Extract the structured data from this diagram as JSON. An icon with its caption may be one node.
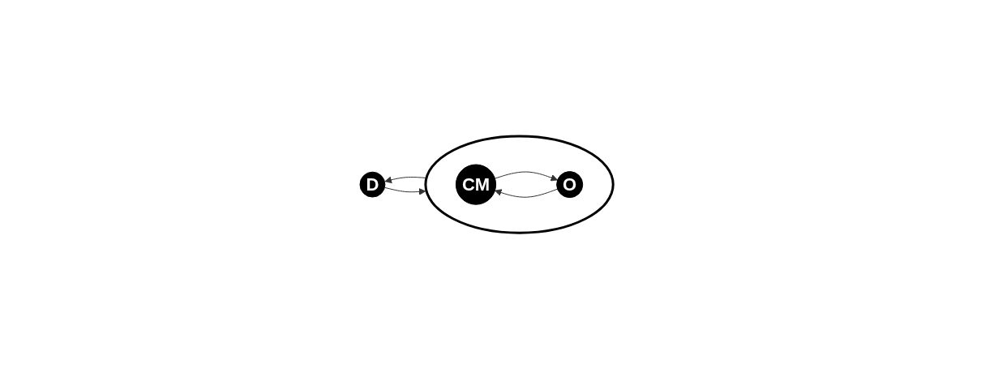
{
  "diagram": {
    "nodes": [
      {
        "text": [
          "D"
        ]
      },
      {
        "text": [],
        "shape": "circle"
      },
      {
        "text": [
          "CM"
        ],
        "in": 1
      },
      {
        "text": [
          "O"
        ],
        "in": 1
      }
    ],
    "edges": [
      {
        "from": 0,
        "to": 1,
        "arrow": "to"
      },
      {
        "from": 1,
        "to": 0,
        "arrow": "to"
      },
      {
        "from": 2,
        "to": 3,
        "arrow": "to"
      },
      {
        "from": 3,
        "to": 2,
        "arrow": "to"
      }
    ]
  }
}
